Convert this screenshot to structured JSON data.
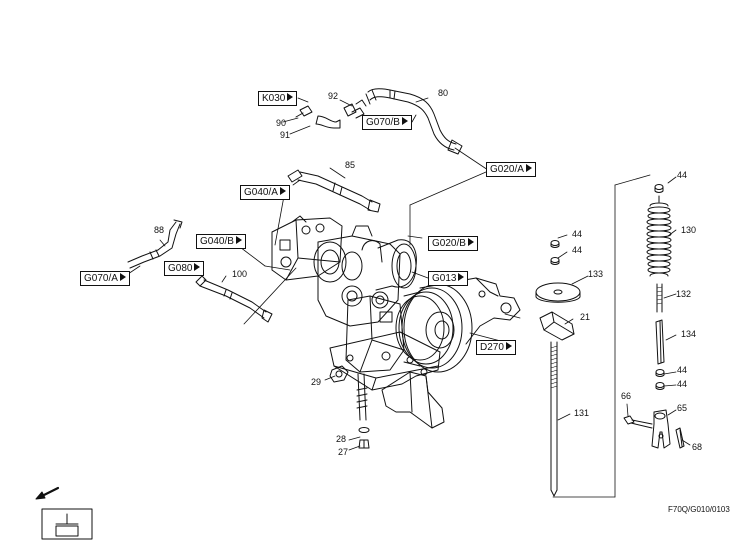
{
  "diagram": {
    "drawing_code": "F70Q/G010/0103",
    "refs": [
      {
        "id": "k030",
        "label": "K030"
      },
      {
        "id": "g070b",
        "label": "G070/B"
      },
      {
        "id": "g020a",
        "label": "G020/A"
      },
      {
        "id": "g040a",
        "label": "G040/A"
      },
      {
        "id": "g040b",
        "label": "G040/B"
      },
      {
        "id": "g020b",
        "label": "G020/B"
      },
      {
        "id": "g080",
        "label": "G080"
      },
      {
        "id": "g013",
        "label": "G013"
      },
      {
        "id": "g070a",
        "label": "G070/A"
      },
      {
        "id": "d270",
        "label": "D270"
      }
    ],
    "parts": [
      "92",
      "90",
      "91",
      "80",
      "85",
      "88",
      "100",
      "44",
      "44",
      "133",
      "21",
      "29",
      "28",
      "27",
      "131",
      "44",
      "130",
      "132",
      "134",
      "44",
      "44",
      "65",
      "66",
      "68"
    ]
  }
}
